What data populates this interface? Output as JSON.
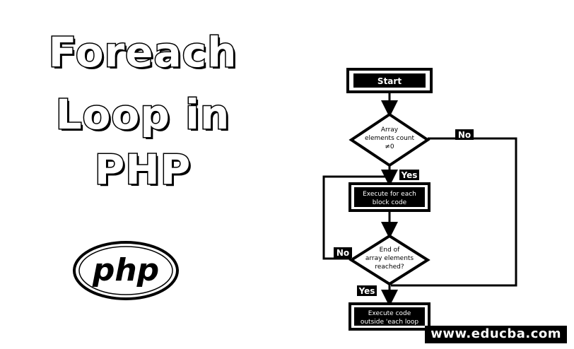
{
  "title": {
    "line1": "Foreach",
    "line2": "Loop in",
    "line3": "PHP"
  },
  "logo": {
    "text": "php"
  },
  "flowchart": {
    "start": "Start",
    "decision1": [
      "Array",
      "elements count",
      "≠0"
    ],
    "process1": [
      "Execute for each",
      "block code"
    ],
    "decision2": [
      "End of",
      "array elements",
      "reached?"
    ],
    "end": [
      "Execute code",
      "outside 'each loop"
    ],
    "labels": {
      "yes1": "Yes",
      "no1": "No",
      "no2": "No",
      "yes2": "Yes"
    }
  },
  "footer": "www.educba.com"
}
